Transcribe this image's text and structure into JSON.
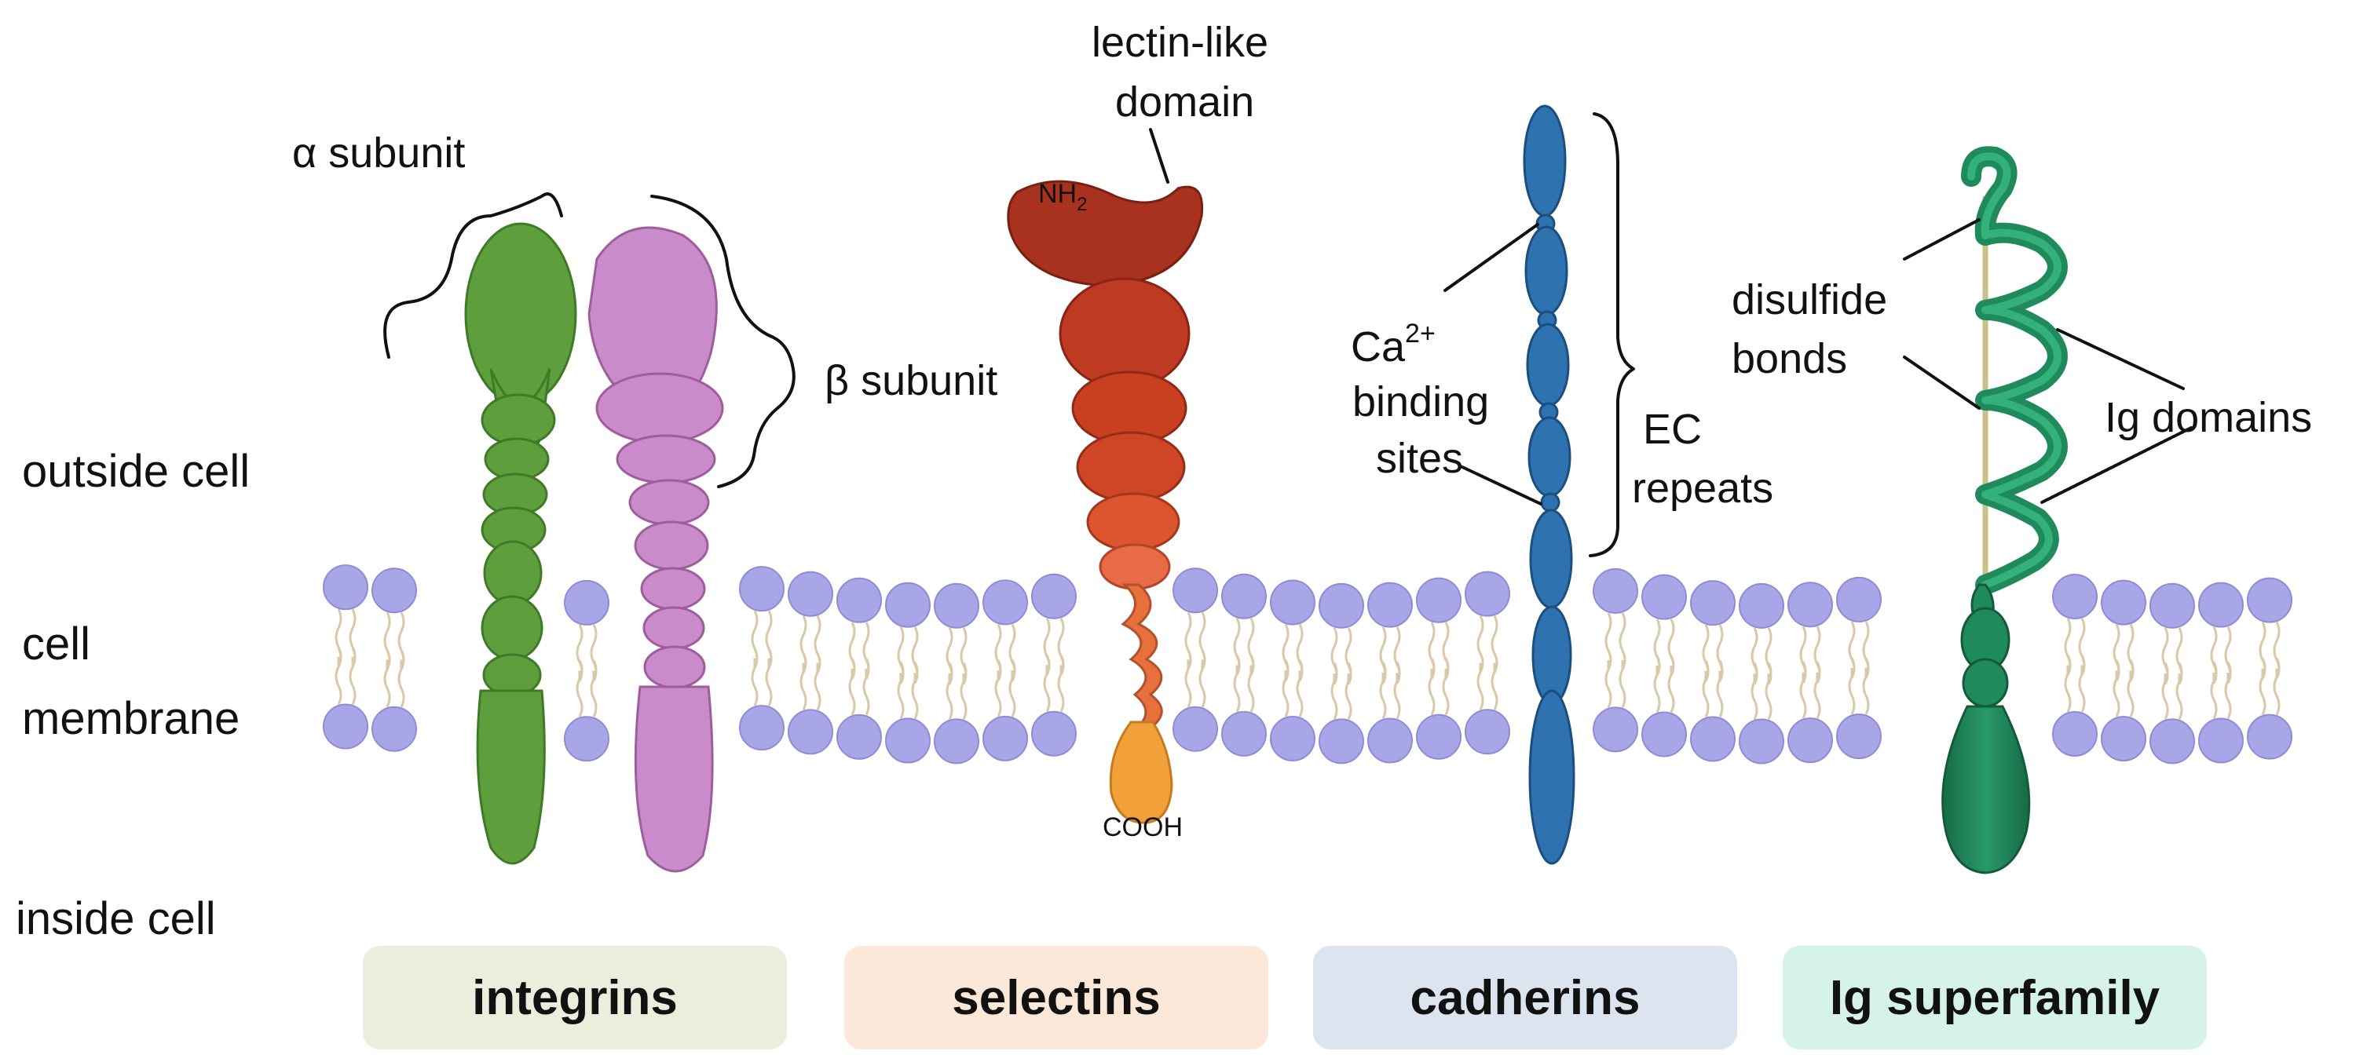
{
  "regions": {
    "outside": "outside cell",
    "membrane_line1": "cell",
    "membrane_line2": "membrane",
    "inside": "inside cell"
  },
  "annotations": {
    "alpha_subunit": "α subunit",
    "beta_subunit": "β subunit",
    "lectin_line1": "lectin-like",
    "lectin_line2": "domain",
    "nh2": "NH",
    "nh2_sub": "2",
    "cooh": "COOH",
    "ca_base": "Ca",
    "ca_sup": "2+",
    "binding": "binding",
    "sites": "sites",
    "ec_line1": "EC",
    "ec_line2": "repeats",
    "disulfide_line1": "disulfide",
    "disulfide_line2": "bonds",
    "ig_domains": "Ig domains"
  },
  "families": [
    {
      "label": "integrins",
      "color": "#e9efdc"
    },
    {
      "label": "selectins",
      "color": "#fbe8d9"
    },
    {
      "label": "cadherins",
      "color": "#dce4ef"
    },
    {
      "label": "Ig superfamily",
      "color": "#d6f3e8"
    }
  ],
  "colors": {
    "integrin_alpha": "#5f9e3c",
    "integrin_beta": "#c98bc9",
    "selectin_top": "#a8321f",
    "selectin_bottom": "#f2a03a",
    "cadherin": "#2e73b0",
    "ig": "#1f8a5c",
    "lipid_head": "#a8a6e6"
  }
}
